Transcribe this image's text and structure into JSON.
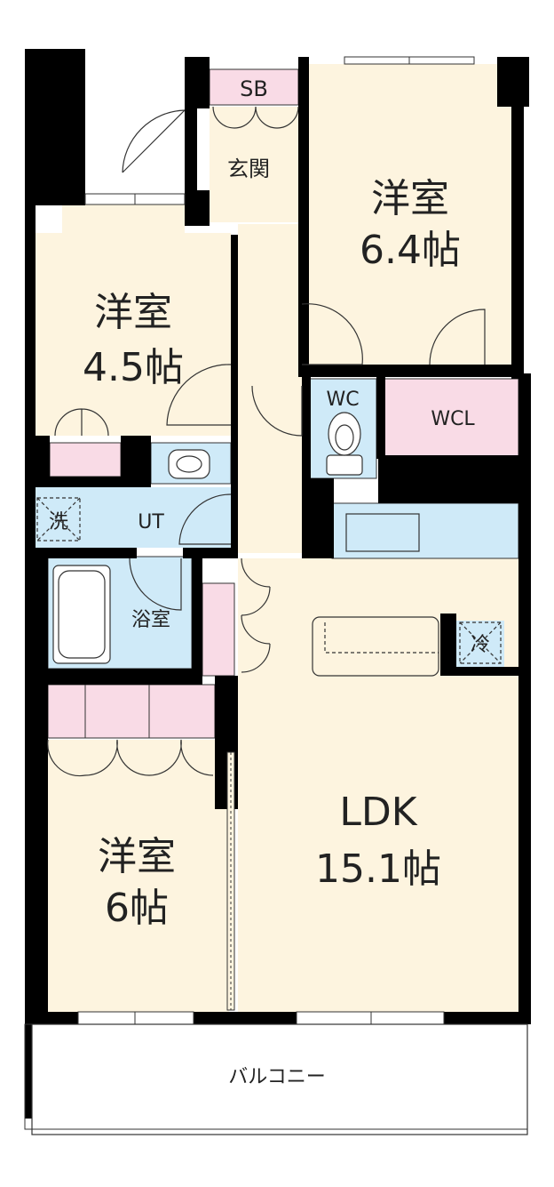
{
  "rooms": {
    "sb": "SB",
    "genkan": "玄関",
    "bedroom_a": {
      "name": "洋室",
      "size": "6.4帖"
    },
    "bedroom_b": {
      "name": "洋室",
      "size": "4.5帖"
    },
    "bedroom_c": {
      "name": "洋室",
      "size": "6帖"
    },
    "wc": "WC",
    "wcl": "WCL",
    "ut": "UT",
    "washer": "洗",
    "bath": "浴室",
    "fridge": "冷",
    "ldk": {
      "name": "LDK",
      "size": "15.1帖"
    },
    "balcony": "バルコニー"
  },
  "colors": {
    "wall": "#000000",
    "room_floor": "#fdf4df",
    "storage_pink": "#f9dbe6",
    "wet_area_blue": "#cfeaf8",
    "line": "#333333"
  }
}
